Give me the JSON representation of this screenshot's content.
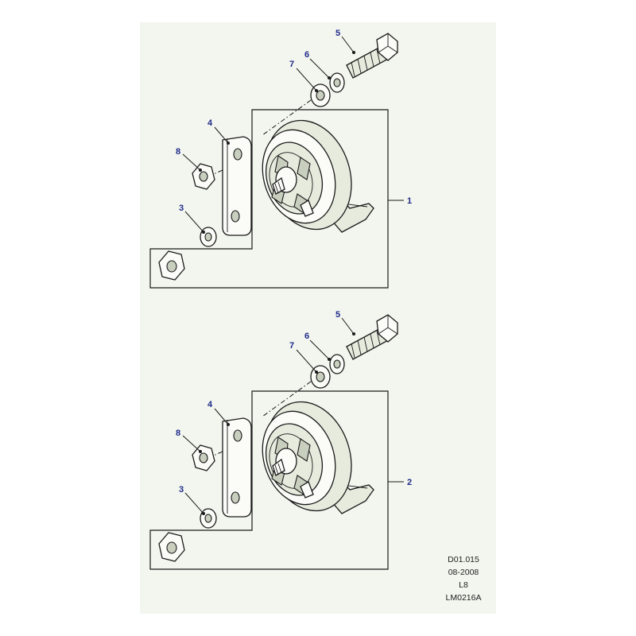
{
  "assemblies": [
    {
      "callouts": {
        "assembly": "1",
        "clamp_washer": "3",
        "bracket": "4",
        "bolt": "5",
        "spring_washer": "6",
        "plain_washer": "7",
        "nut": "8"
      }
    },
    {
      "callouts": {
        "assembly": "2",
        "clamp_washer": "3",
        "bracket": "4",
        "bolt": "5",
        "spring_washer": "6",
        "plain_washer": "7",
        "nut": "8"
      }
    }
  ],
  "reference": {
    "diagram_code": "D01.015",
    "date": "08-2008",
    "model": "L8",
    "illustration_code": "LM0216A"
  },
  "colors": {
    "callout": "#1f2a8a",
    "line": "#1a1a1a",
    "sheet": "#f3f6ee"
  }
}
